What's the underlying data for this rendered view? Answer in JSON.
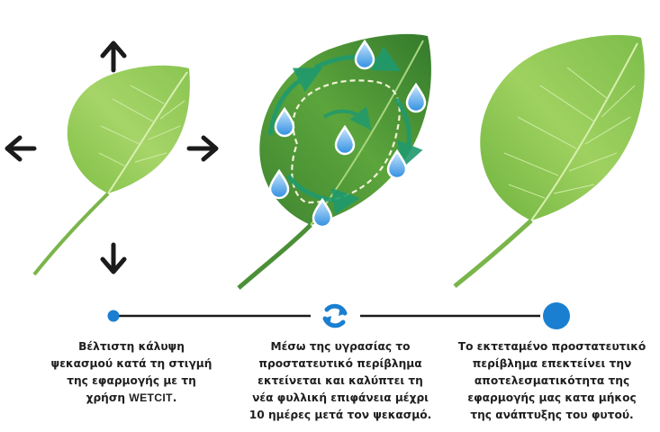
{
  "captions": {
    "step1": {
      "line1": "Βέλτιστη κάλυψη",
      "line2": "ψεκασμού κατά τη στιγμή",
      "line3": "της εφαρμογής με τη",
      "line4_prefix": "χρήση ",
      "brand": "WETCIT",
      "line4_suffix": "."
    },
    "step2": {
      "line1": "Μέσω της υγρασίας το",
      "line2": "προστατευτικό περίβλημα",
      "line3": "εκτείνεται και καλύπτει τη",
      "line4": "νέα φυλλική επιφάνεια μέχρι",
      "line5": "10 ημέρες μετά τον ψεκασμό."
    },
    "step3": {
      "line1": "Το εκτεταμένο προστατευτικό",
      "line2": "περίβλημα επεκτείνει την",
      "line3": "αποτελεσματικότητα της",
      "line4": "εφαρμογής μας κατα μήκος",
      "line5": "της ανάπτυξης του φυτού."
    }
  },
  "icons": {
    "expand_arrows": [
      "arrow-up-icon",
      "arrow-left-icon",
      "arrow-right-icon",
      "arrow-down-icon"
    ],
    "drops": "water-drop-icon",
    "refresh": "refresh-icon"
  },
  "colors": {
    "accent_blue": "#1a7fd0",
    "line": "#1b1b1b",
    "leaf_light": "#9cd060",
    "leaf_mid": "#5fa83a",
    "leaf_dark": "#2f6e28",
    "flow_teal": "#1f9a6e"
  }
}
